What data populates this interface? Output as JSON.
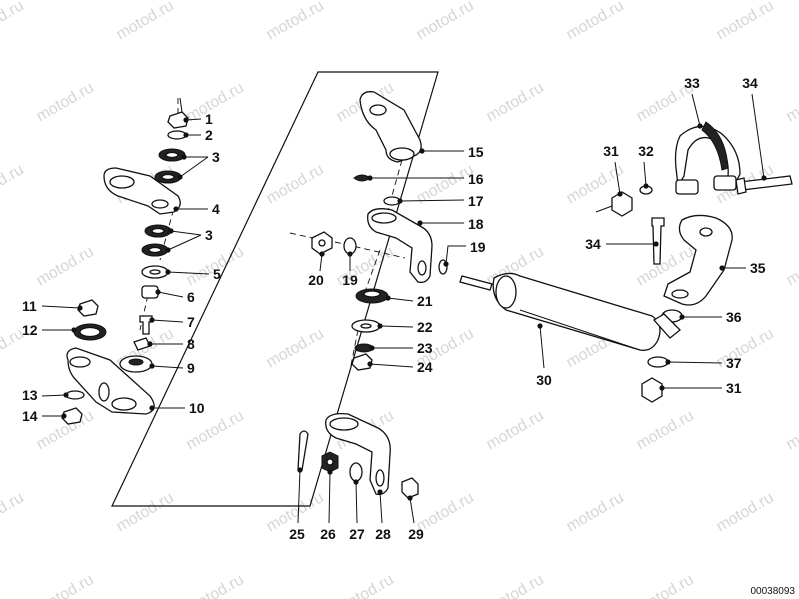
{
  "watermark": "motod.ru",
  "diagram_code": "00038093",
  "callouts": [
    {
      "id": "c1",
      "number": "1"
    },
    {
      "id": "c2",
      "number": "2"
    },
    {
      "id": "c3a",
      "number": "3"
    },
    {
      "id": "c4",
      "number": "4"
    },
    {
      "id": "c3b",
      "number": "3"
    },
    {
      "id": "c5",
      "number": "5"
    },
    {
      "id": "c6",
      "number": "6"
    },
    {
      "id": "c7",
      "number": "7"
    },
    {
      "id": "c8",
      "number": "8"
    },
    {
      "id": "c9",
      "number": "9"
    },
    {
      "id": "c10",
      "number": "10"
    },
    {
      "id": "c11",
      "number": "11"
    },
    {
      "id": "c12",
      "number": "12"
    },
    {
      "id": "c13",
      "number": "13"
    },
    {
      "id": "c14",
      "number": "14"
    },
    {
      "id": "c15",
      "number": "15"
    },
    {
      "id": "c16",
      "number": "16"
    },
    {
      "id": "c17",
      "number": "17"
    },
    {
      "id": "c18",
      "number": "18"
    },
    {
      "id": "c19a",
      "number": "19"
    },
    {
      "id": "c20",
      "number": "20"
    },
    {
      "id": "c19b",
      "number": "19"
    },
    {
      "id": "c21",
      "number": "21"
    },
    {
      "id": "c22",
      "number": "22"
    },
    {
      "id": "c23",
      "number": "23"
    },
    {
      "id": "c24",
      "number": "24"
    },
    {
      "id": "c25",
      "number": "25"
    },
    {
      "id": "c26",
      "number": "26"
    },
    {
      "id": "c27",
      "number": "27"
    },
    {
      "id": "c28",
      "number": "28"
    },
    {
      "id": "c29",
      "number": "29"
    },
    {
      "id": "c30",
      "number": "30"
    },
    {
      "id": "c31a",
      "number": "31"
    },
    {
      "id": "c32",
      "number": "32"
    },
    {
      "id": "c33",
      "number": "33"
    },
    {
      "id": "c34a",
      "number": "34"
    },
    {
      "id": "c34b",
      "number": "34"
    },
    {
      "id": "c35",
      "number": "35"
    },
    {
      "id": "c36",
      "number": "36"
    },
    {
      "id": "c37",
      "number": "37"
    },
    {
      "id": "c31b",
      "number": "31"
    }
  ]
}
